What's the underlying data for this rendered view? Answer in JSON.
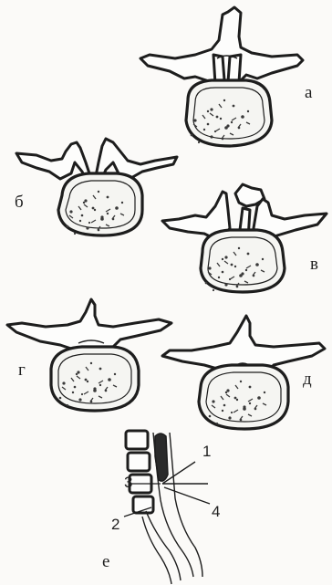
{
  "labels": {
    "a": "а",
    "b": "б",
    "v": "в",
    "g": "г",
    "d": "д",
    "e": "е"
  },
  "callouts": {
    "n1": "1",
    "n2": "2",
    "n3": "3",
    "n4": "4"
  },
  "colors": {
    "ink": "#1d1d1d",
    "paper": "#fbfaf8"
  }
}
